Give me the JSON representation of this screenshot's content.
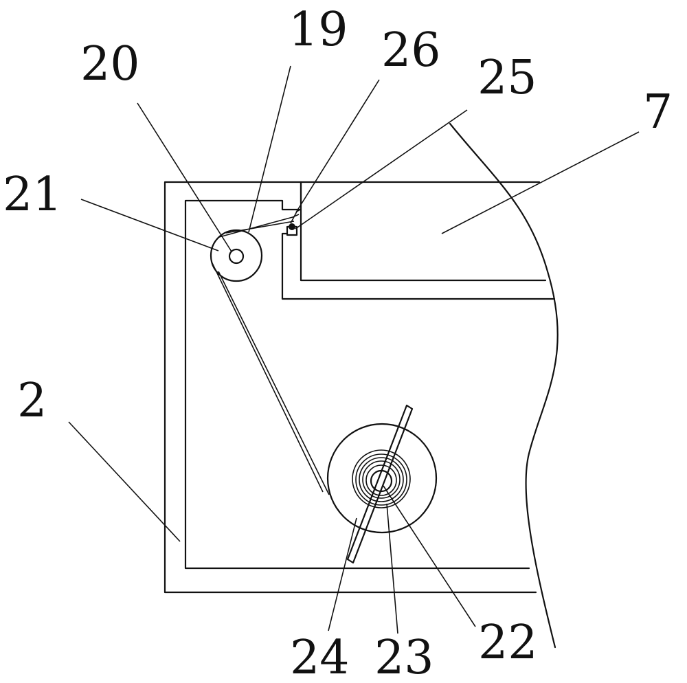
{
  "labels": {
    "l2": "2",
    "l7": "7",
    "l19": "19",
    "l20": "20",
    "l21": "21",
    "l22": "22",
    "l23": "23",
    "l24": "24",
    "l25": "25",
    "l26": "26"
  },
  "colors": {
    "ink": "#111111",
    "paper": "#ffffff"
  }
}
